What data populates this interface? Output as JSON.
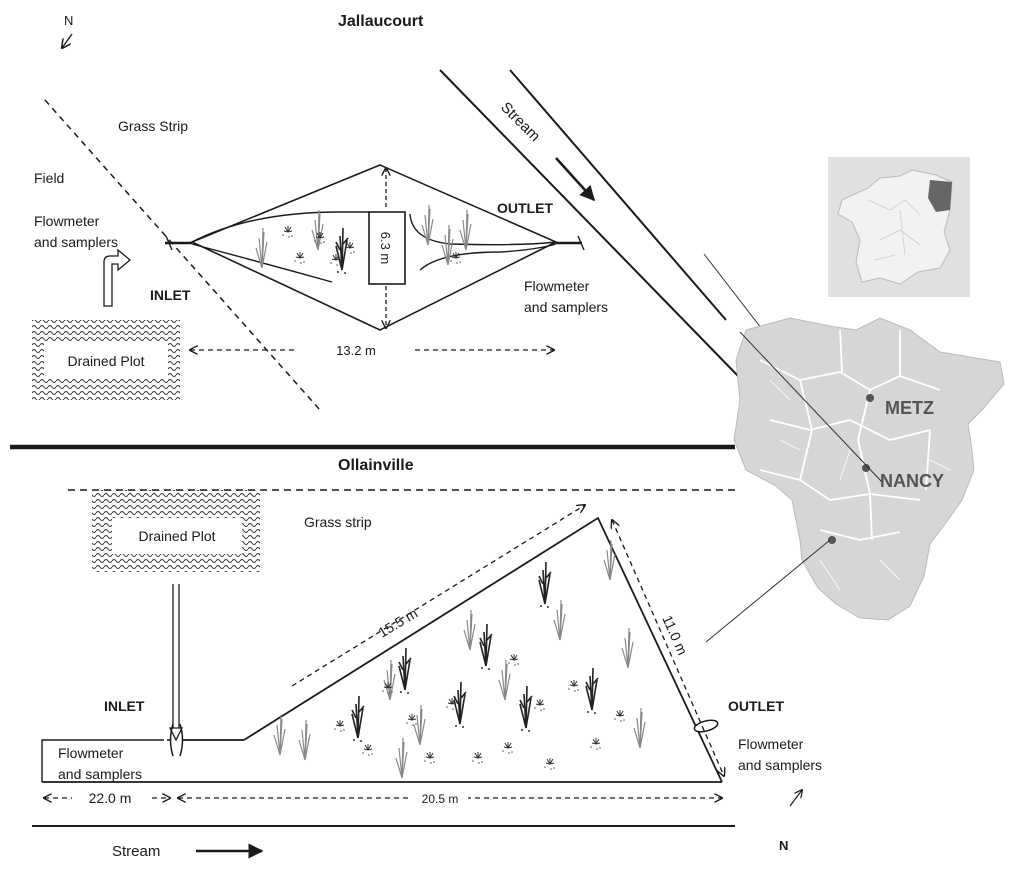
{
  "jallaucourt": {
    "site_name": "Jallaucourt",
    "north_label": "N",
    "grass_strip_label": "Grass Strip",
    "field_label": "Field",
    "flowmeter_inlet_line1": "Flowmeter",
    "flowmeter_inlet_line2": "and samplers",
    "inlet_label": "INLET",
    "outlet_label": "OUTLET",
    "flowmeter_outlet_line1": "Flowmeter",
    "flowmeter_outlet_line2": "and samplers",
    "drained_plot_label": "Drained Plot",
    "stream_label": "Stream",
    "width_label": "6.3 m",
    "length_label": "13.2 m"
  },
  "ollainville": {
    "site_name": "Ollainville",
    "north_label": "N",
    "grass_strip_label": "Grass strip",
    "drained_plot_label": "Drained Plot",
    "inlet_label": "INLET",
    "outlet_label": "OUTLET",
    "flowmeter_inlet_line1": "Flowmeter",
    "flowmeter_inlet_line2": "and samplers",
    "flowmeter_outlet_line1": "Flowmeter",
    "flowmeter_outlet_line2": "and samplers",
    "hyp_label": "15.5 m",
    "side_label": "11.0 m",
    "base_label": "20.5 m",
    "offset_label": "22.0 m",
    "stream_label": "Stream"
  },
  "map": {
    "city1": "METZ",
    "city2": "NANCY"
  },
  "colors": {
    "ink": "#1a1a1a",
    "map_fill": "#d6d6d6",
    "map_border": "#ffffff",
    "france_fill": "#f2f2f2",
    "region_highlight": "#666666",
    "dot": "#555555"
  }
}
